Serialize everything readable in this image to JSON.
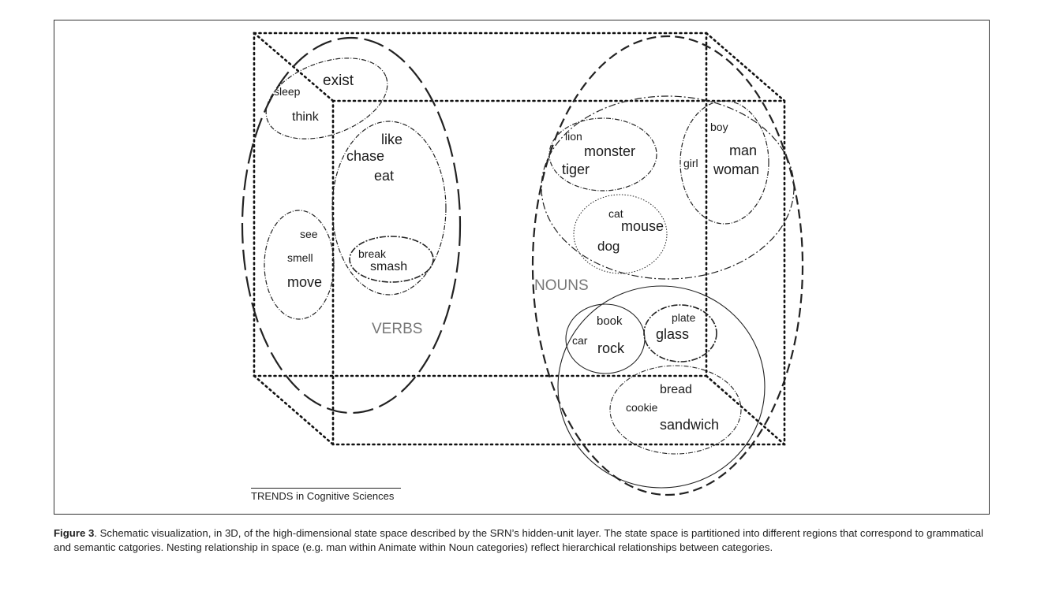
{
  "diagram": {
    "verb_words": {
      "exist": "exist",
      "sleep": "sleep",
      "think": "think",
      "like": "like",
      "chase": "chase",
      "eat": "eat",
      "see": "see",
      "smell": "smell",
      "move": "move",
      "break": "break",
      "smash": "smash"
    },
    "noun_words": {
      "lion": "lion",
      "monster": "monster",
      "tiger": "tiger",
      "boy": "boy",
      "girl": "girl",
      "man": "man",
      "woman": "woman",
      "cat": "cat",
      "mouse": "mouse",
      "dog": "dog",
      "book": "book",
      "car": "car",
      "rock": "rock",
      "plate": "plate",
      "glass": "glass",
      "bread": "bread",
      "cookie": "cookie",
      "sandwich": "sandwich"
    },
    "region_labels": {
      "verbs": "VERBS",
      "nouns": "NOUNS"
    },
    "colors": {
      "line": "#222222",
      "category_label": "#777777"
    }
  },
  "credit": "TRENDS in Cognitive Sciences",
  "caption": {
    "label": "Figure 3",
    "text": ". Schematic visualization, in 3D, of the high-dimensional state space described by the SRN’s hidden-unit layer. The state space is partitioned into different regions that correspond to grammatical and semantic catgories. Nesting relationship in space (e.g. man within Animate within Noun categories) reflect hierarchical relationships between categories."
  }
}
